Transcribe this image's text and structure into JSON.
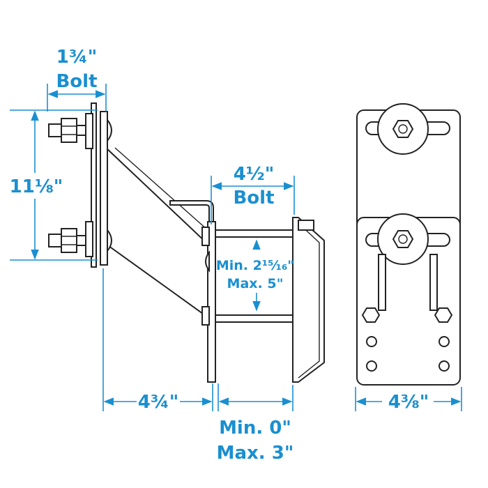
{
  "diagram": {
    "colors": {
      "dimension": "#1a8fd0",
      "outline": "#222222",
      "background": "#ffffff"
    },
    "labels": {
      "bolt_top_value": "1¾\"",
      "bolt_top_label": "Bolt",
      "height_value": "11⅛\"",
      "bolt_mid_value": "4½\"",
      "bolt_mid_label": "Bolt",
      "min_gap": "Min. 2¹⁵⁄₁₆\"",
      "max_gap": "Max. 5\"",
      "offset_value": "4¾\"",
      "min_adjust": "Min. 0\"",
      "max_adjust": "Max. 3\"",
      "width_value": "4⅜\""
    }
  }
}
